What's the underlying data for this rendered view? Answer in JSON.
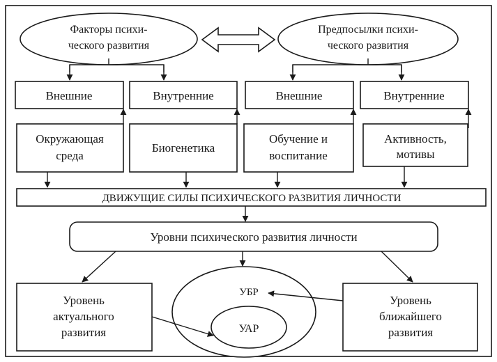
{
  "factors": {
    "line1": "Факторы психи-",
    "line2": "ческого развития"
  },
  "prerequisites": {
    "line1": "Предпосылки психи-",
    "line2": "ческого развития"
  },
  "row_labels": {
    "factors_external": "Внешние",
    "factors_internal": "Внутренние",
    "prereq_external": "Внешние",
    "prereq_internal": "Внутренние"
  },
  "sources": {
    "environment": [
      "Окружающая",
      "среда"
    ],
    "biogenetics": [
      "Биогенетика"
    ],
    "education": [
      "Обучение и",
      "воспитание"
    ],
    "activity": [
      "Активность,",
      "мотивы"
    ]
  },
  "driving_forces": "ДВИЖУЩИЕ СИЛЫ ПСИХИЧЕСКОГО РАЗВИТИЯ ЛИЧНОСТИ",
  "levels": "Уровни психического развития личности",
  "actual_level": [
    "Уровень",
    "актуального",
    "развития"
  ],
  "proximal_level": [
    "Уровень",
    "ближайшего",
    "развития"
  ],
  "ubr": "УБР",
  "uar": "УАР"
}
